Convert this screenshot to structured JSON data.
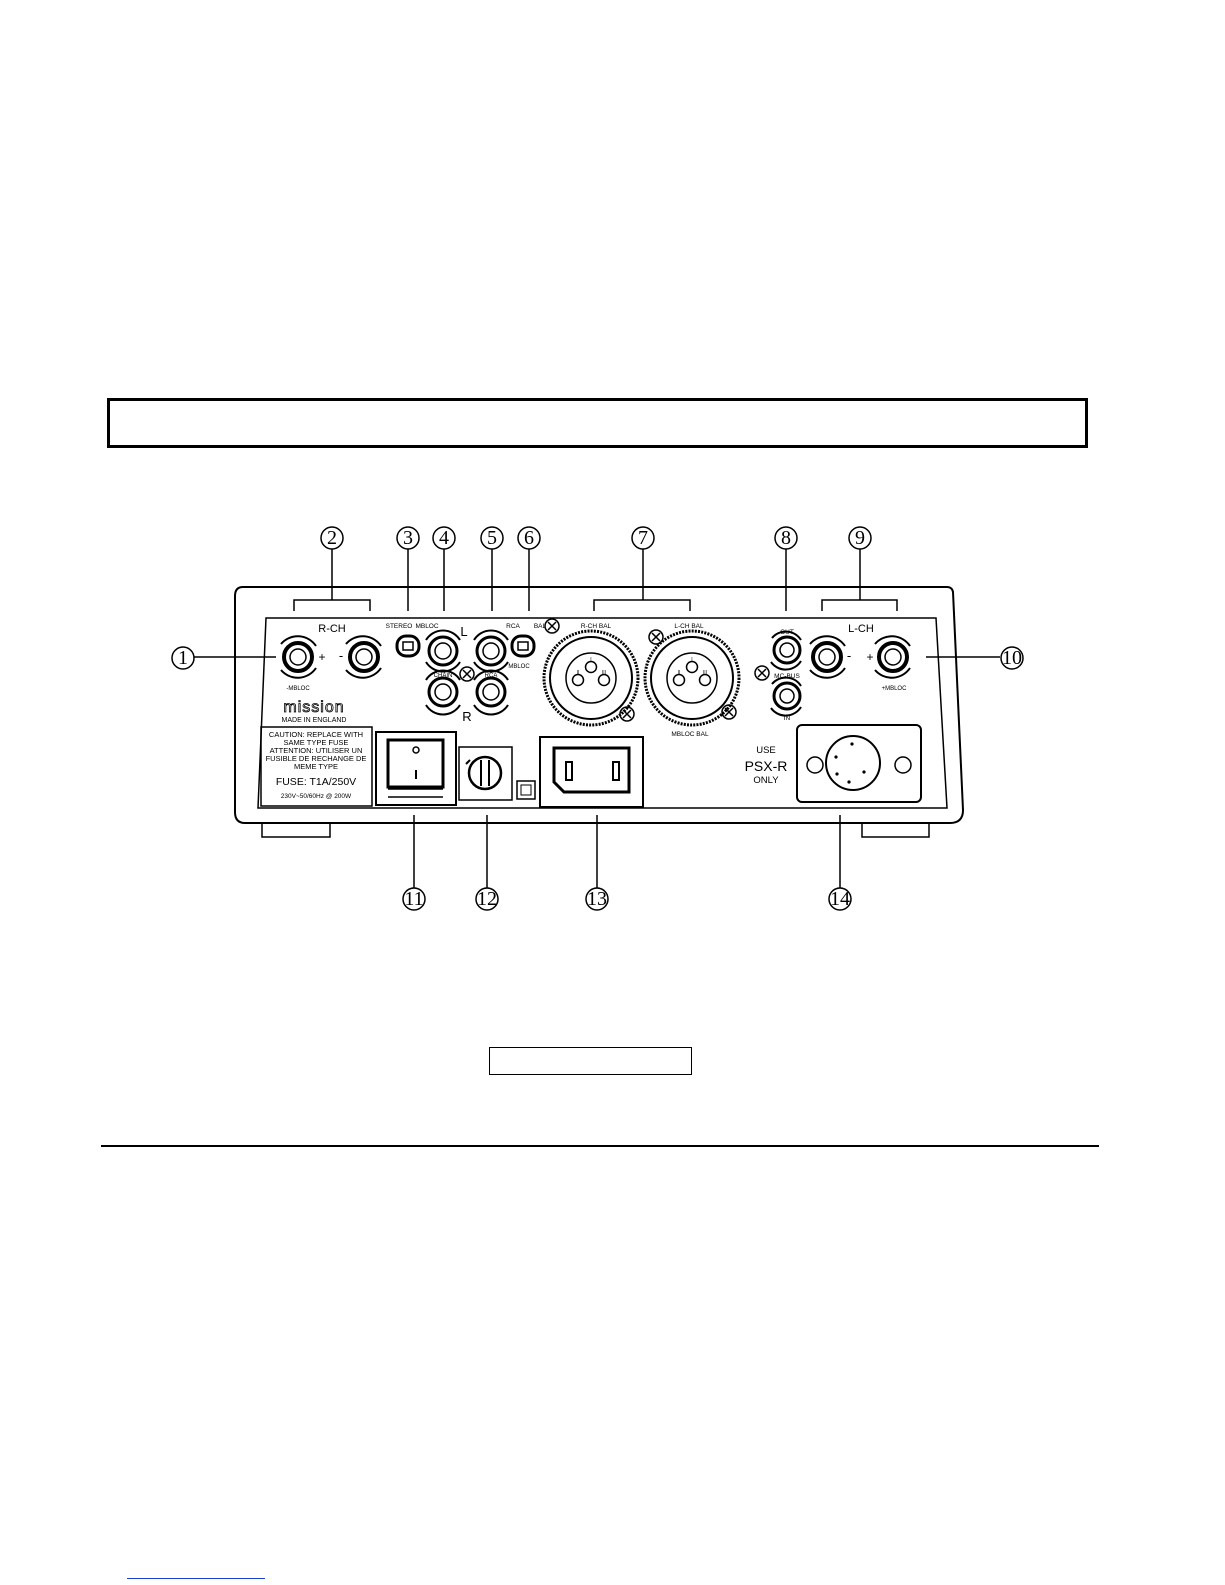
{
  "callouts": [
    "1",
    "2",
    "3",
    "4",
    "5",
    "6",
    "7",
    "8",
    "9",
    "10",
    "11",
    "12",
    "13",
    "14"
  ],
  "panel": {
    "r_ch": "R-CH",
    "l_ch": "L-CH",
    "plus": "+",
    "minus": "-",
    "mbloc_minus": "-MBLOC",
    "mbloc_plus": "+MBLOC",
    "stereo": "STEREO",
    "mbloc": "MBLOC",
    "l": "L",
    "r": "R",
    "chain": "CHAIN",
    "rca": "RCA",
    "rca_top": "RCA",
    "bal": "BAL",
    "mbloc_small": "MBLOC",
    "rch_bal": "R-CH BAL",
    "lch_bal": "L-CH BAL",
    "mbloc_bal": "MBLOC BAL",
    "out": "OUT",
    "mc_bus": "MC-BUS",
    "in": "IN",
    "logo": "mission",
    "made_in": "MADE IN ENGLAND",
    "caution": [
      "CAUTION: REPLACE WITH",
      "SAME TYPE FUSE",
      "ATTENTION: UTILISER UN",
      "FUSIBLE DE RECHANGE DE",
      "MEME TYPE"
    ],
    "fuse": "FUSE: T1A/250V",
    "rating": "230V~50/60Hz @ 200W",
    "switch_off": "O",
    "switch_on": "I",
    "use": "USE",
    "psx": "PSX-R",
    "only": "ONLY",
    "xlr_pins": [
      "I",
      "II",
      "III"
    ]
  }
}
